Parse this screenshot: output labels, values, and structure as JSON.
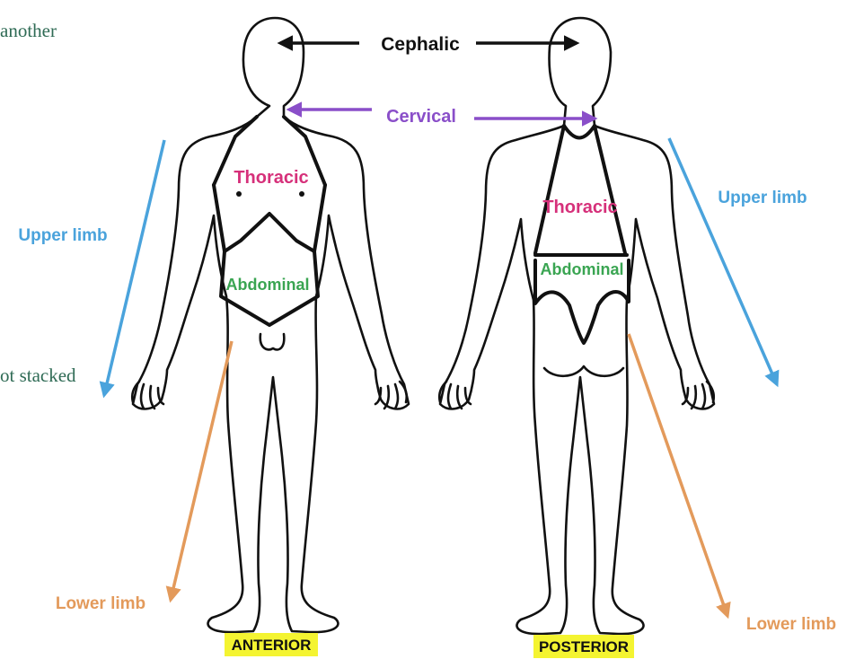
{
  "background_text": {
    "line1": "another",
    "line2": "ot stacked"
  },
  "labels": {
    "cephalic": "Cephalic",
    "cervical": "Cervical",
    "thoracic_anterior": "Thoracic",
    "thoracic_posterior": "Thoracic",
    "abdominal_anterior": "Abdominal",
    "abdominal_posterior": "Abdominal",
    "upper_limb_left": "Upper limb",
    "upper_limb_right": "Upper limb",
    "lower_limb_left": "Lower limb",
    "lower_limb_right": "Lower limb",
    "anterior": "ANTERIOR",
    "posterior": "POSTERIOR"
  },
  "colors": {
    "cephalic": "#111111",
    "cervical": "#8a4fc9",
    "thoracic": "#d6307a",
    "abdominal": "#3aa552",
    "upper_limb": "#4aa3dc",
    "lower_limb": "#e39a5b",
    "view_highlight": "#f4f431"
  }
}
